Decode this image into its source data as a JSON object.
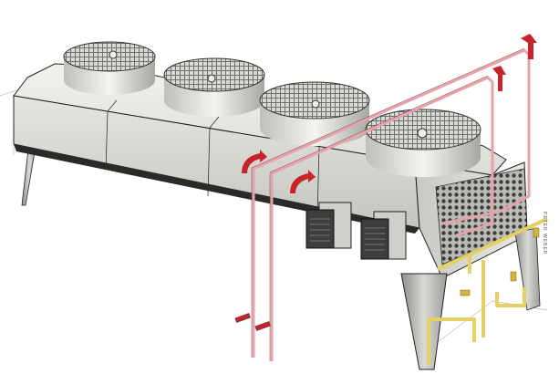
{
  "illustration": {
    "subject": "Air-cooled condenser unit with four axial fans",
    "fan_count": 4,
    "control_box_count": 2,
    "colors": {
      "housing": "#dcdcd6",
      "housing_shadow": "#a9aaa4",
      "fan_grill": "#8a8c88",
      "hot_pipe": "#e7a3aa",
      "flow_arrow": "#c8232c",
      "liquid_pipe": "#e6cf63",
      "outline": "#222222"
    },
    "signature": "PETER WEBER"
  }
}
